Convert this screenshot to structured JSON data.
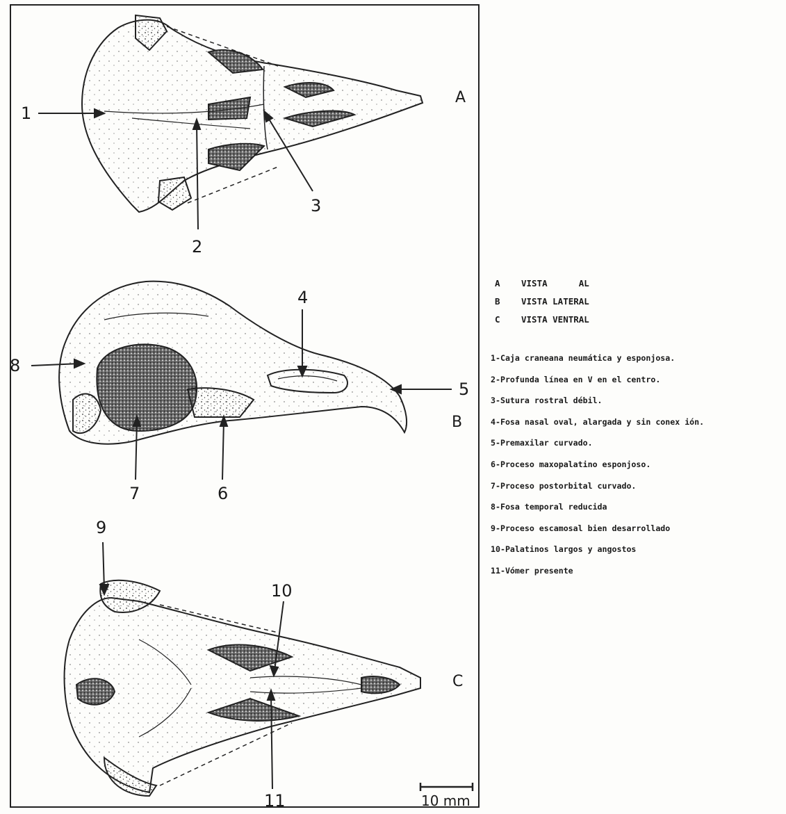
{
  "views": [
    {
      "code": "A",
      "label": "VISTA      AL"
    },
    {
      "code": "B",
      "label": "VISTA LATERAL"
    },
    {
      "code": "C",
      "label": "VISTA VENTRAL"
    }
  ],
  "legend": [
    "1-Caja craneana neumática y esponjosa.",
    "2-Profunda línea en V en el centro.",
    "3-Sutura rostral débil.",
    "4-Fosa nasal oval, alargada y sin conex ión.",
    "5-Premaxilar curvado.",
    "6-Proceso maxopalatino esponjoso.",
    "7-Proceso postorbital curvado.",
    "8-Fosa temporal reducida",
    "9-Proceso escamosal bien desarrollado",
    "10-Palatinos largos y angostos",
    "11-Vómer presente"
  ],
  "callouts": {
    "n1": "1",
    "n2": "2",
    "n3": "3",
    "n4": "4",
    "n5": "5",
    "n6": "6",
    "n7": "7",
    "n8": "8",
    "n9": "9",
    "n10": "10",
    "n11": "11"
  },
  "view_letters": {
    "a": "A",
    "b": "B",
    "c": "C"
  },
  "scale_bar": {
    "label": "10 mm"
  }
}
